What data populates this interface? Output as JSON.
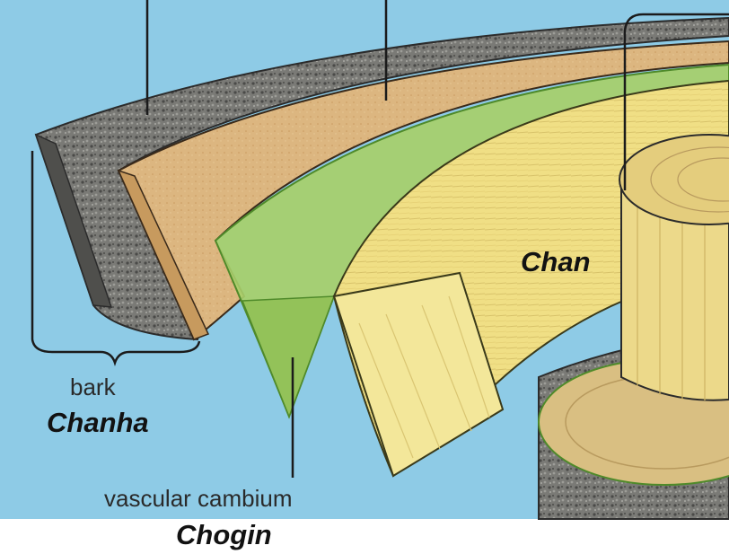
{
  "labels": {
    "bark": "bark",
    "bark_term": "Chanha",
    "vascular_cambium": "vascular cambium",
    "vascular_cambium_term": "Chogin",
    "heartwood_term": "Chan"
  },
  "colors": {
    "background": "#8ecbe6",
    "bark_outer": "#6e6e6a",
    "bark_inner": "#d7b07c",
    "cambium": "#9cc85a",
    "sapwood": "#f0e08a",
    "trunk_core": "#e8d27e",
    "outline": "#2b2b2b"
  }
}
